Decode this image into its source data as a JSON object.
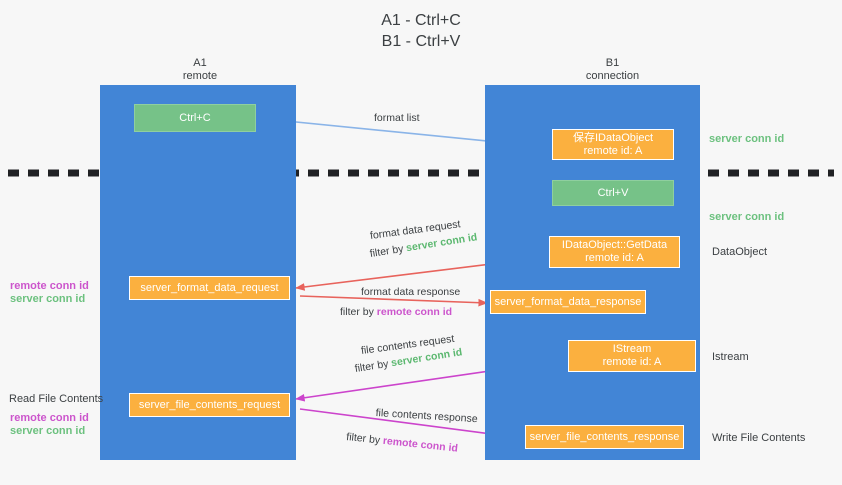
{
  "title": "A1 - Ctrl+C\nB1 - Ctrl+V",
  "columns": [
    {
      "name": "A1",
      "subtitle": "remote",
      "header": "A1\nremote"
    },
    {
      "name": "B1",
      "subtitle": "connection",
      "header": "B1\nconnection"
    }
  ],
  "colors": {
    "lane": "#4285d6",
    "green_box": "#76c288",
    "orange_box": "#fbb03f",
    "green_text": "#6cc17f",
    "purple_text": "#cc55cc",
    "blue_arrow": "#8ab4e8",
    "red_arrow": "#e8635c",
    "magenta_arrow": "#cc44cc",
    "black_arrow": "#202124",
    "background": "#f7f7f7"
  },
  "nodes": {
    "ctrl_c": "Ctrl+C",
    "ctrl_v": "Ctrl+V",
    "save_data_object": "保存IDataObject\nremote id: A",
    "get_data": "IDataObject::GetData\nremote id: A",
    "istream": "IStream\nremote id: A",
    "server_format_data_request": "server_format_data_request",
    "server_format_data_response": "server_format_data_response",
    "server_file_contents_request": "server_file_contents_request",
    "server_file_contents_response": "server_file_contents_response"
  },
  "right_labels": {
    "server_conn_id_top": "server conn id",
    "server_conn_id_mid": "server conn id",
    "data_object": "DataObject",
    "istream": "Istream",
    "write_file_contents": "Write File Contents"
  },
  "left_labels": {
    "remote_conn_id_upper": "remote conn id",
    "server_conn_id_upper": "server conn id",
    "read_file_contents": "Read File Contents",
    "remote_conn_id_lower": "remote conn id",
    "server_conn_id_lower": "server conn id"
  },
  "edges": {
    "format_list": "format list",
    "format_data_request": "format data request",
    "format_data_request_filter_prefix": "filter by ",
    "format_data_request_filter_value": "server conn id",
    "format_data_response": "format data response",
    "format_data_response_filter_prefix": "filter by ",
    "format_data_response_filter_value": "remote conn id",
    "file_contents_request": "file contents request",
    "file_contents_request_filter_prefix": "filter by ",
    "file_contents_request_filter_value": "server conn id",
    "file_contents_response": "file contents response",
    "file_contents_response_filter_prefix": "filter by ",
    "file_contents_response_filter_value": "remote conn id"
  }
}
